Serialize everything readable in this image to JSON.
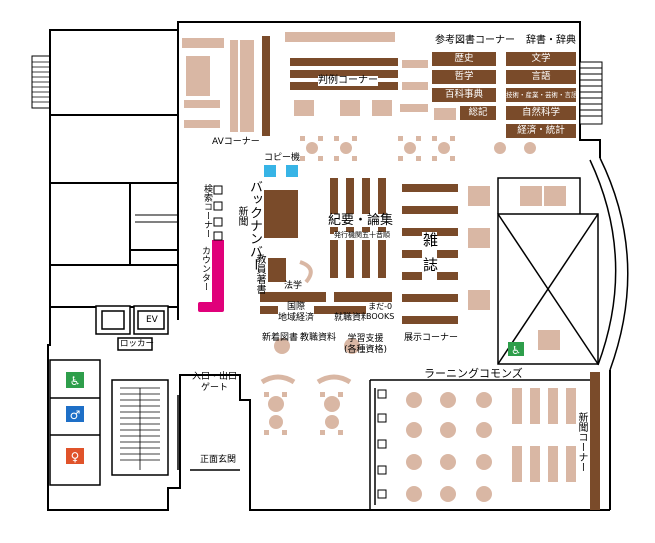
{
  "labels": {
    "reference_corner": "参考図書コーナー",
    "dictionaries": "辞書・辞典",
    "case_law_corner": "判例コーナー",
    "av_corner": "AVコーナー",
    "copy_machine": "コピー機",
    "backnumber": "バックナンバー",
    "search_corner": "検索コーナー",
    "newspaper_v": "新聞",
    "counter": "カウンター",
    "faculty_books": "教員著書",
    "law": "法学",
    "bulletins": "紀要・論集",
    "bulletins_order": "発行機関五十音順",
    "magazines": "雑誌",
    "intl_regional": "国際\n地域経済",
    "employment": "就職資料",
    "matsuo_books": "まだ-0\nBOOKS",
    "new_books": "新着図書",
    "faculty_recommend": "教職資料",
    "learning_support": "学習支援\n(各種資格)",
    "exhibition_corner": "展示コーナー",
    "learning_commons": "ラーニングコモンズ",
    "newspaper_corner": "新聞コーナー",
    "entrance_gate": "入口・出口\nゲート",
    "main_entrance": "正面玄関",
    "ev": "EV",
    "locker": "ロッカー"
  },
  "shelf_labels": {
    "history": "歴史",
    "literature": "文学",
    "philosophy": "哲学",
    "language": "言語",
    "encyclopedia": "百科事典",
    "tech": "技術・産業・芸術・言語",
    "general": "総記",
    "science": "自然科学",
    "economics": "経済・統計"
  },
  "colors": {
    "wall": "#000000",
    "shelf": "#7a4b2a",
    "table": "#d9b7a4",
    "chair": "#d9b7a4",
    "copy": "#37b4e6",
    "counter": "#e0007a",
    "access": "#2e9e4b",
    "male": "#1e6fc7",
    "female": "#e0532a"
  },
  "icons": [
    "wheelchair-icon",
    "male-restroom-icon",
    "female-restroom-icon",
    "pc-icon"
  ]
}
